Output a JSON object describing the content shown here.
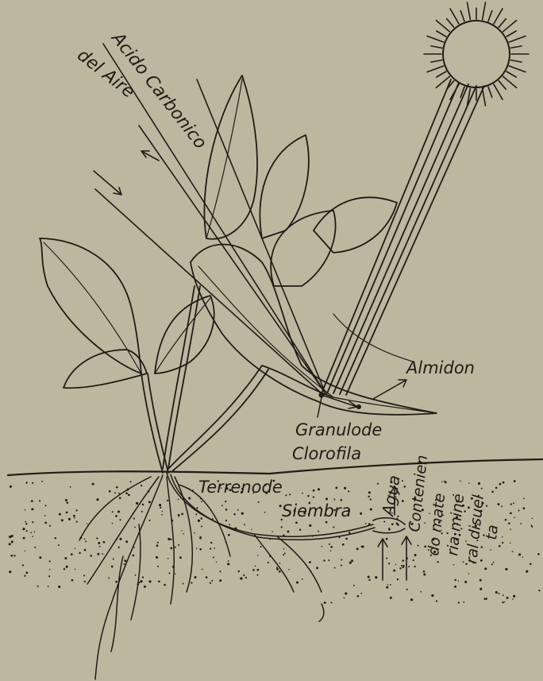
{
  "labels": {
    "acido_carbonico": "Acido Carbonico",
    "del_aire": "del Aire",
    "almidon": "Almidon",
    "granulo_de": "Granulode",
    "clorofila": "Clorofila",
    "terreno_de": "Terrenode",
    "siembra": "Siembra",
    "agua": "Agua",
    "contenido_1": "Contenien",
    "contenido_2": "do mate",
    "contenido_3": "ria mine",
    "contenido_4": "ral disuel",
    "contenido_5": "ta"
  },
  "colors": {
    "paper": "#bdb79f",
    "ink": "#1f1c17"
  }
}
